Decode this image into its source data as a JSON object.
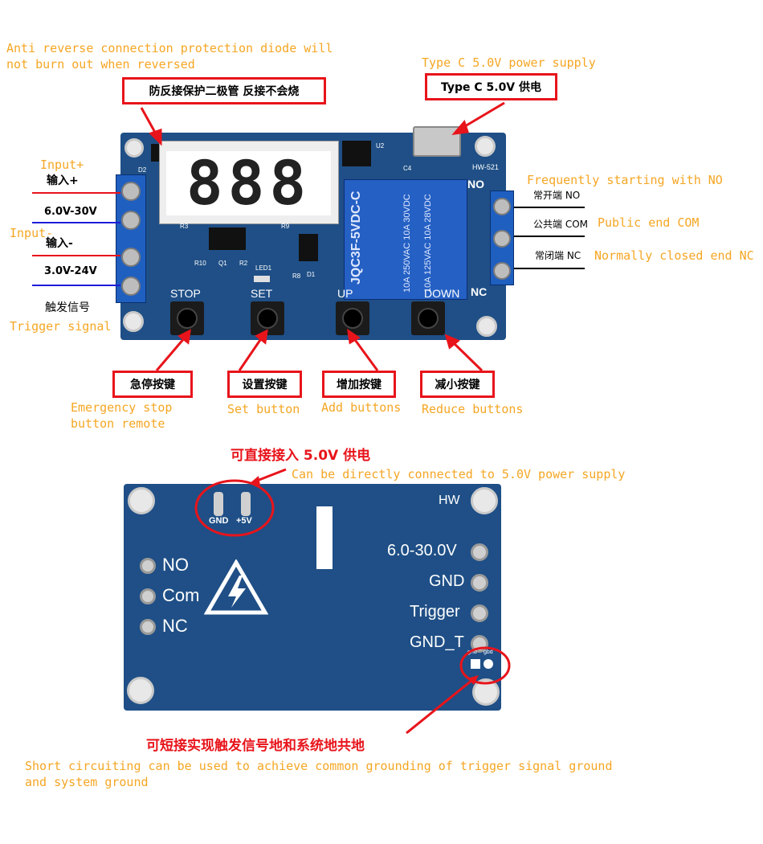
{
  "top": {
    "diode_en": "Anti reverse connection protection diode will\nnot burn out when reversed",
    "diode_cn": "防反接保护二极管 反接不会烧",
    "typec_en": "Type C 5.0V power supply",
    "typec_cn": "Type C 5.0V 供电",
    "input_plus_en": "Input+",
    "input_plus_cn": "输入+",
    "v1": "6.0V-30V",
    "input_minus_en": "Input-",
    "input_minus_cn": "输入-",
    "v2": "3.0V-24V",
    "trigger_cn": "触发信号",
    "trigger_en": "Trigger signal",
    "no_en": "Frequently starting with NO",
    "no_cn": "常开端 NO",
    "com_cn": "公共端 COM",
    "com_en": "Public end COM",
    "nc_cn": "常闭端 NC",
    "nc_en": "Normally closed end NC",
    "stop_cn": "急停按键",
    "stop_en": "Emergency stop\nbutton remote",
    "set_cn": "设置按键",
    "set_en": "Set button",
    "add_cn": "增加按键",
    "add_en": "Add buttons",
    "reduce_cn": "减小按键",
    "reduce_en": "Reduce buttons"
  },
  "board_top": {
    "model": "HW-521",
    "display": "888",
    "labels": {
      "stop": "STOP",
      "set": "SET",
      "up": "UP",
      "down": "DOWN",
      "no": "NO",
      "nc": "NC",
      "d2": "D2",
      "r3": "R3",
      "r9": "R9",
      "r10": "R10",
      "q1": "Q1",
      "r2": "R2",
      "led1": "LED1",
      "r8": "R8",
      "d1": "D1",
      "u2": "U2",
      "c4": "C4"
    },
    "relay": {
      "model": "JQC3F-5VDC-C",
      "line1": "10A 250VAC 10A 30VDC",
      "line2": "10A 125VAC 10A 28VDC"
    }
  },
  "bottom": {
    "power_cn": "可直接接入 5.0V 供电",
    "power_en": "Can be directly connected to 5.0V power supply",
    "ground_cn": "可短接实现触发信号地和系统地共地",
    "ground_en": "Short circuiting can be used to achieve common grounding of trigger signal ground\nand system ground"
  },
  "board_bottom": {
    "gnd": "GND",
    "plus5v": "+5V",
    "hw": "HW",
    "no": "NO",
    "com": "Com",
    "nc": "NC",
    "v": "6.0-30.0V",
    "gnd2": "GND",
    "trigger": "Trigger",
    "gnd_t": "GND_T",
    "gnd_small": "gnd",
    "gbd_small": "gbd"
  },
  "colors": {
    "annotation": "#f5a623",
    "box": "#e8141b",
    "pcb": "#1f4f86",
    "wire_red": "#e8141b",
    "wire_blue": "#1d1dd8"
  }
}
